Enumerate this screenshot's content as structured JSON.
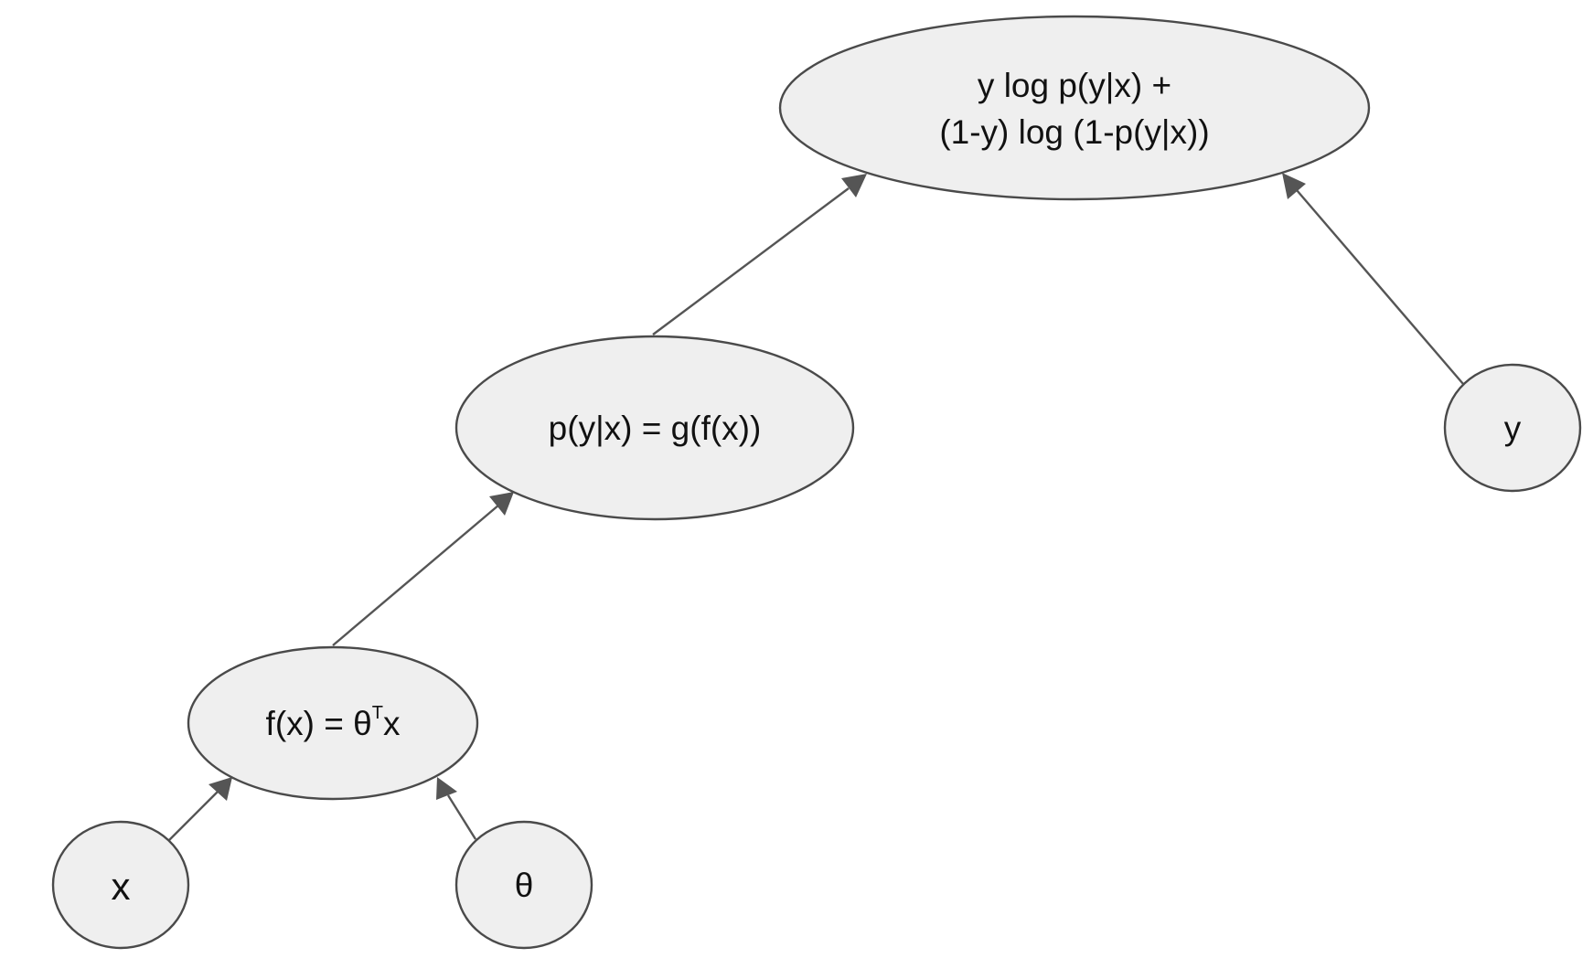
{
  "nodes": {
    "loss": {
      "line1": "y log p(y|x) +",
      "line2": "(1-y) log (1-p(y|x))"
    },
    "prob": {
      "label": "p(y|x) = g(f(x))"
    },
    "linear": {
      "prefix": "f(x) = θ",
      "superscript": "T",
      "suffix": "x"
    },
    "y": {
      "label": "y"
    },
    "x": {
      "label": "x"
    },
    "theta": {
      "label": "θ"
    }
  },
  "edges": [
    {
      "from": "prob",
      "to": "loss"
    },
    {
      "from": "y",
      "to": "loss"
    },
    {
      "from": "linear",
      "to": "prob"
    },
    {
      "from": "x",
      "to": "linear"
    },
    {
      "from": "theta",
      "to": "linear"
    }
  ],
  "colors": {
    "node_fill": "#efefef",
    "node_stroke": "#4a4a4a",
    "edge": "#555555",
    "text": "#111111"
  }
}
